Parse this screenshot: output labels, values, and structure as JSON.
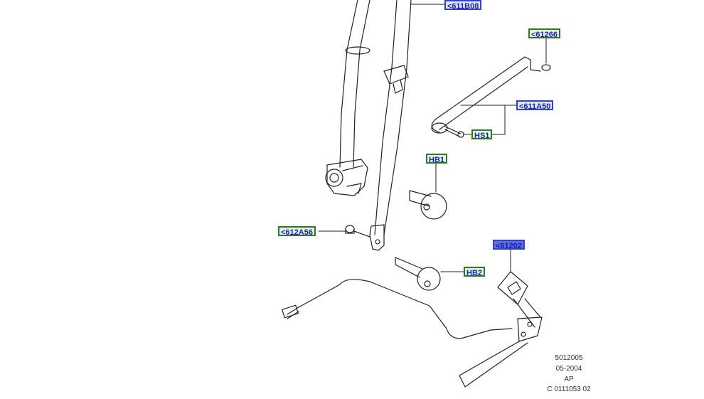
{
  "callouts": {
    "c611B08": "<611B08",
    "c61266": "<61266",
    "c611A50": "<611A50",
    "cHS1": "HS1",
    "cHB1": "HB1",
    "c612A56": "<612A56",
    "c61202": "<61202",
    "cHB2": "HB2"
  },
  "footer": {
    "line1": "5012005",
    "line2": "05-2004",
    "line3": "AP",
    "line4": "C 0111053 02"
  },
  "colors": {
    "line": "#222222",
    "blue_label_border": "#3340c8",
    "green_label_border": "#2c7a22",
    "label_text": "#1a23b8"
  }
}
